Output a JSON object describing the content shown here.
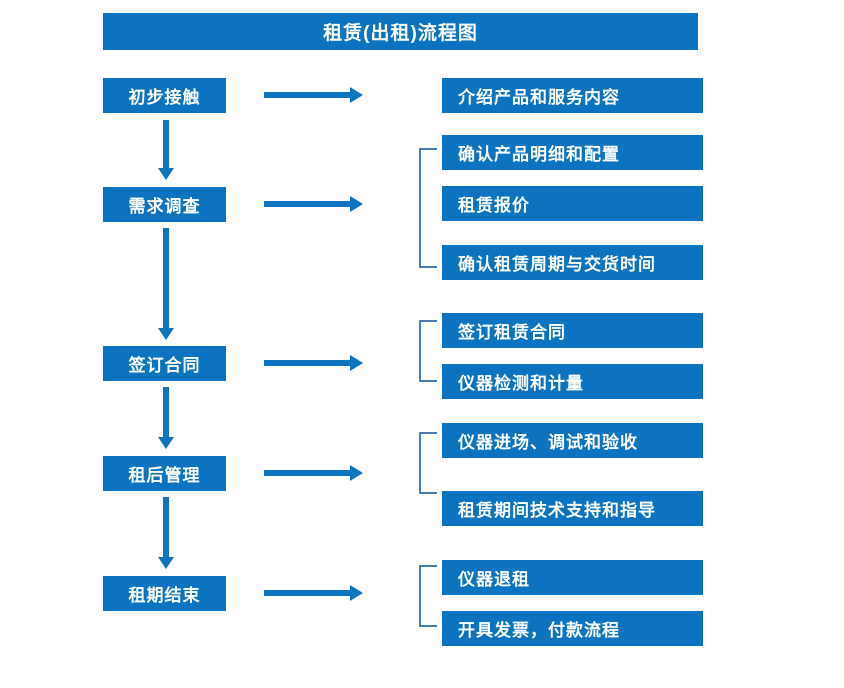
{
  "title": "租赁(出租)流程图",
  "colors": {
    "box_blue": "#0b73bf",
    "arrow_blue": "#0c74c0",
    "bracket_blue": "#4a7ebb",
    "box_text": "#ffffff",
    "background": "#ffffff"
  },
  "stages": [
    {
      "label": "初步接触"
    },
    {
      "label": "需求调查"
    },
    {
      "label": "签订合同"
    },
    {
      "label": "租后管理"
    },
    {
      "label": "租期结束"
    }
  ],
  "details": [
    {
      "label": "介绍产品和服务内容"
    },
    {
      "label": "确认产品明细和配置"
    },
    {
      "label": "租赁报价"
    },
    {
      "label": "确认租赁周期与交货时间"
    },
    {
      "label": "签订租赁合同"
    },
    {
      "label": "仪器检测和计量"
    },
    {
      "label": "仪器进场、调试和验收"
    },
    {
      "label": "租赁期间技术支持和指导"
    },
    {
      "label": "仪器退租"
    },
    {
      "label": "开具发票，付款流程"
    }
  ],
  "groups": [
    {
      "stage": "需求调查",
      "details": [
        "确认产品明细和配置",
        "租赁报价",
        "确认租赁周期与交货时间"
      ]
    },
    {
      "stage": "签订合同",
      "details": [
        "签订租赁合同",
        "仪器检测和计量"
      ]
    },
    {
      "stage": "租后管理",
      "details": [
        "仪器进场、调试和验收",
        "租赁期间技术支持和指导"
      ]
    },
    {
      "stage": "租期结束",
      "details": [
        "仪器退租",
        "开具发票，付款流程"
      ]
    }
  ]
}
